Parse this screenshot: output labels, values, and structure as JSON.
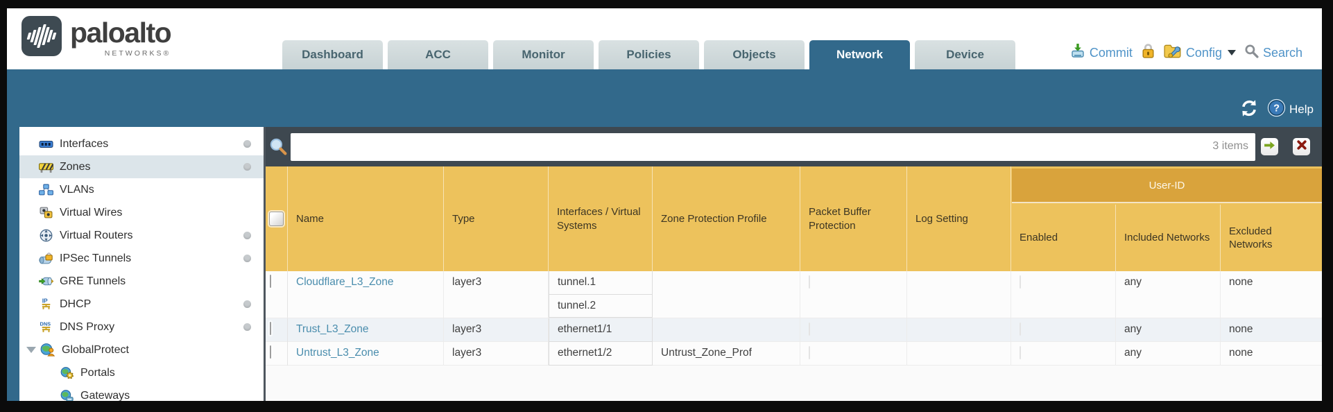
{
  "brand": {
    "name": "paloalto",
    "sub": "NETWORKS®"
  },
  "tabs": [
    {
      "label": "Dashboard",
      "active": false
    },
    {
      "label": "ACC",
      "active": false
    },
    {
      "label": "Monitor",
      "active": false
    },
    {
      "label": "Policies",
      "active": false
    },
    {
      "label": "Objects",
      "active": false
    },
    {
      "label": "Network",
      "active": true
    },
    {
      "label": "Device",
      "active": false
    }
  ],
  "header_actions": {
    "commit": "Commit",
    "config": "Config",
    "search": "Search"
  },
  "teal_bar": {
    "help": "Help"
  },
  "sidebar": {
    "items": [
      {
        "label": "Interfaces",
        "icon": "interfaces-icon",
        "dot": true
      },
      {
        "label": "Zones",
        "icon": "zones-icon",
        "dot": true,
        "selected": true
      },
      {
        "label": "VLANs",
        "icon": "vlans-icon"
      },
      {
        "label": "Virtual Wires",
        "icon": "virtual-wires-icon"
      },
      {
        "label": "Virtual Routers",
        "icon": "virtual-routers-icon",
        "dot": true
      },
      {
        "label": "IPSec Tunnels",
        "icon": "ipsec-tunnels-icon",
        "dot": true
      },
      {
        "label": "GRE Tunnels",
        "icon": "gre-tunnels-icon"
      },
      {
        "label": "DHCP",
        "icon": "dhcp-icon",
        "dot": true
      },
      {
        "label": "DNS Proxy",
        "icon": "dns-proxy-icon",
        "dot": true
      },
      {
        "label": "GlobalProtect",
        "icon": "globalprotect-icon",
        "expanded": true,
        "children": [
          {
            "label": "Portals",
            "icon": "portals-icon"
          },
          {
            "label": "Gateways",
            "icon": "gateways-icon"
          }
        ]
      }
    ]
  },
  "toolbar": {
    "search_value": "",
    "items_count": "3 items"
  },
  "table": {
    "group_header": "User-ID",
    "columns": {
      "name": "Name",
      "type": "Type",
      "interfaces": "Interfaces / Virtual Systems",
      "zone_protection": "Zone Protection Profile",
      "packet_buffer": "Packet Buffer Protection",
      "log_setting": "Log Setting",
      "enabled": "Enabled",
      "included": "Included Networks",
      "excluded": "Excluded Networks"
    },
    "rows": [
      {
        "name": "Cloudflare_L3_Zone",
        "type": "layer3",
        "interfaces": [
          "tunnel.1",
          "tunnel.2"
        ],
        "zone_protection_profile": "",
        "log_setting": "",
        "included_networks": "any",
        "excluded_networks": "none"
      },
      {
        "name": "Trust_L3_Zone",
        "type": "layer3",
        "interfaces": [
          "ethernet1/1"
        ],
        "zone_protection_profile": "",
        "log_setting": "",
        "included_networks": "any",
        "excluded_networks": "none"
      },
      {
        "name": "Untrust_L3_Zone",
        "type": "layer3",
        "interfaces": [
          "ethernet1/2"
        ],
        "zone_protection_profile": "Untrust_Zone_Prof",
        "log_setting": "",
        "included_networks": "any",
        "excluded_networks": "none"
      }
    ]
  },
  "colors": {
    "teal_band": "#32698b",
    "toolbar_slate": "#3e4850",
    "table_header_orange": "#edc25c",
    "user_id_band_orange": "#d9a33c",
    "zone_link_blue": "#4a8dad",
    "action_link_blue": "#4f93c8",
    "selected_sidebar_bg": "#dce5ea",
    "alt_row_bg": "#eef2f6"
  }
}
